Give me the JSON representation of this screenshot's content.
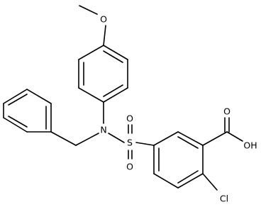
{
  "structure": {
    "atom_labels": {
      "o_methoxy": "O",
      "n": "N",
      "s": "S",
      "o_sulfonyl_top": "O",
      "o_sulfonyl_bottom": "O",
      "o_carbonyl": "O",
      "oh": "OH",
      "cl": "Cl"
    },
    "colors": {
      "bond": "#000000",
      "label": "#000000",
      "background": "#ffffff"
    }
  }
}
